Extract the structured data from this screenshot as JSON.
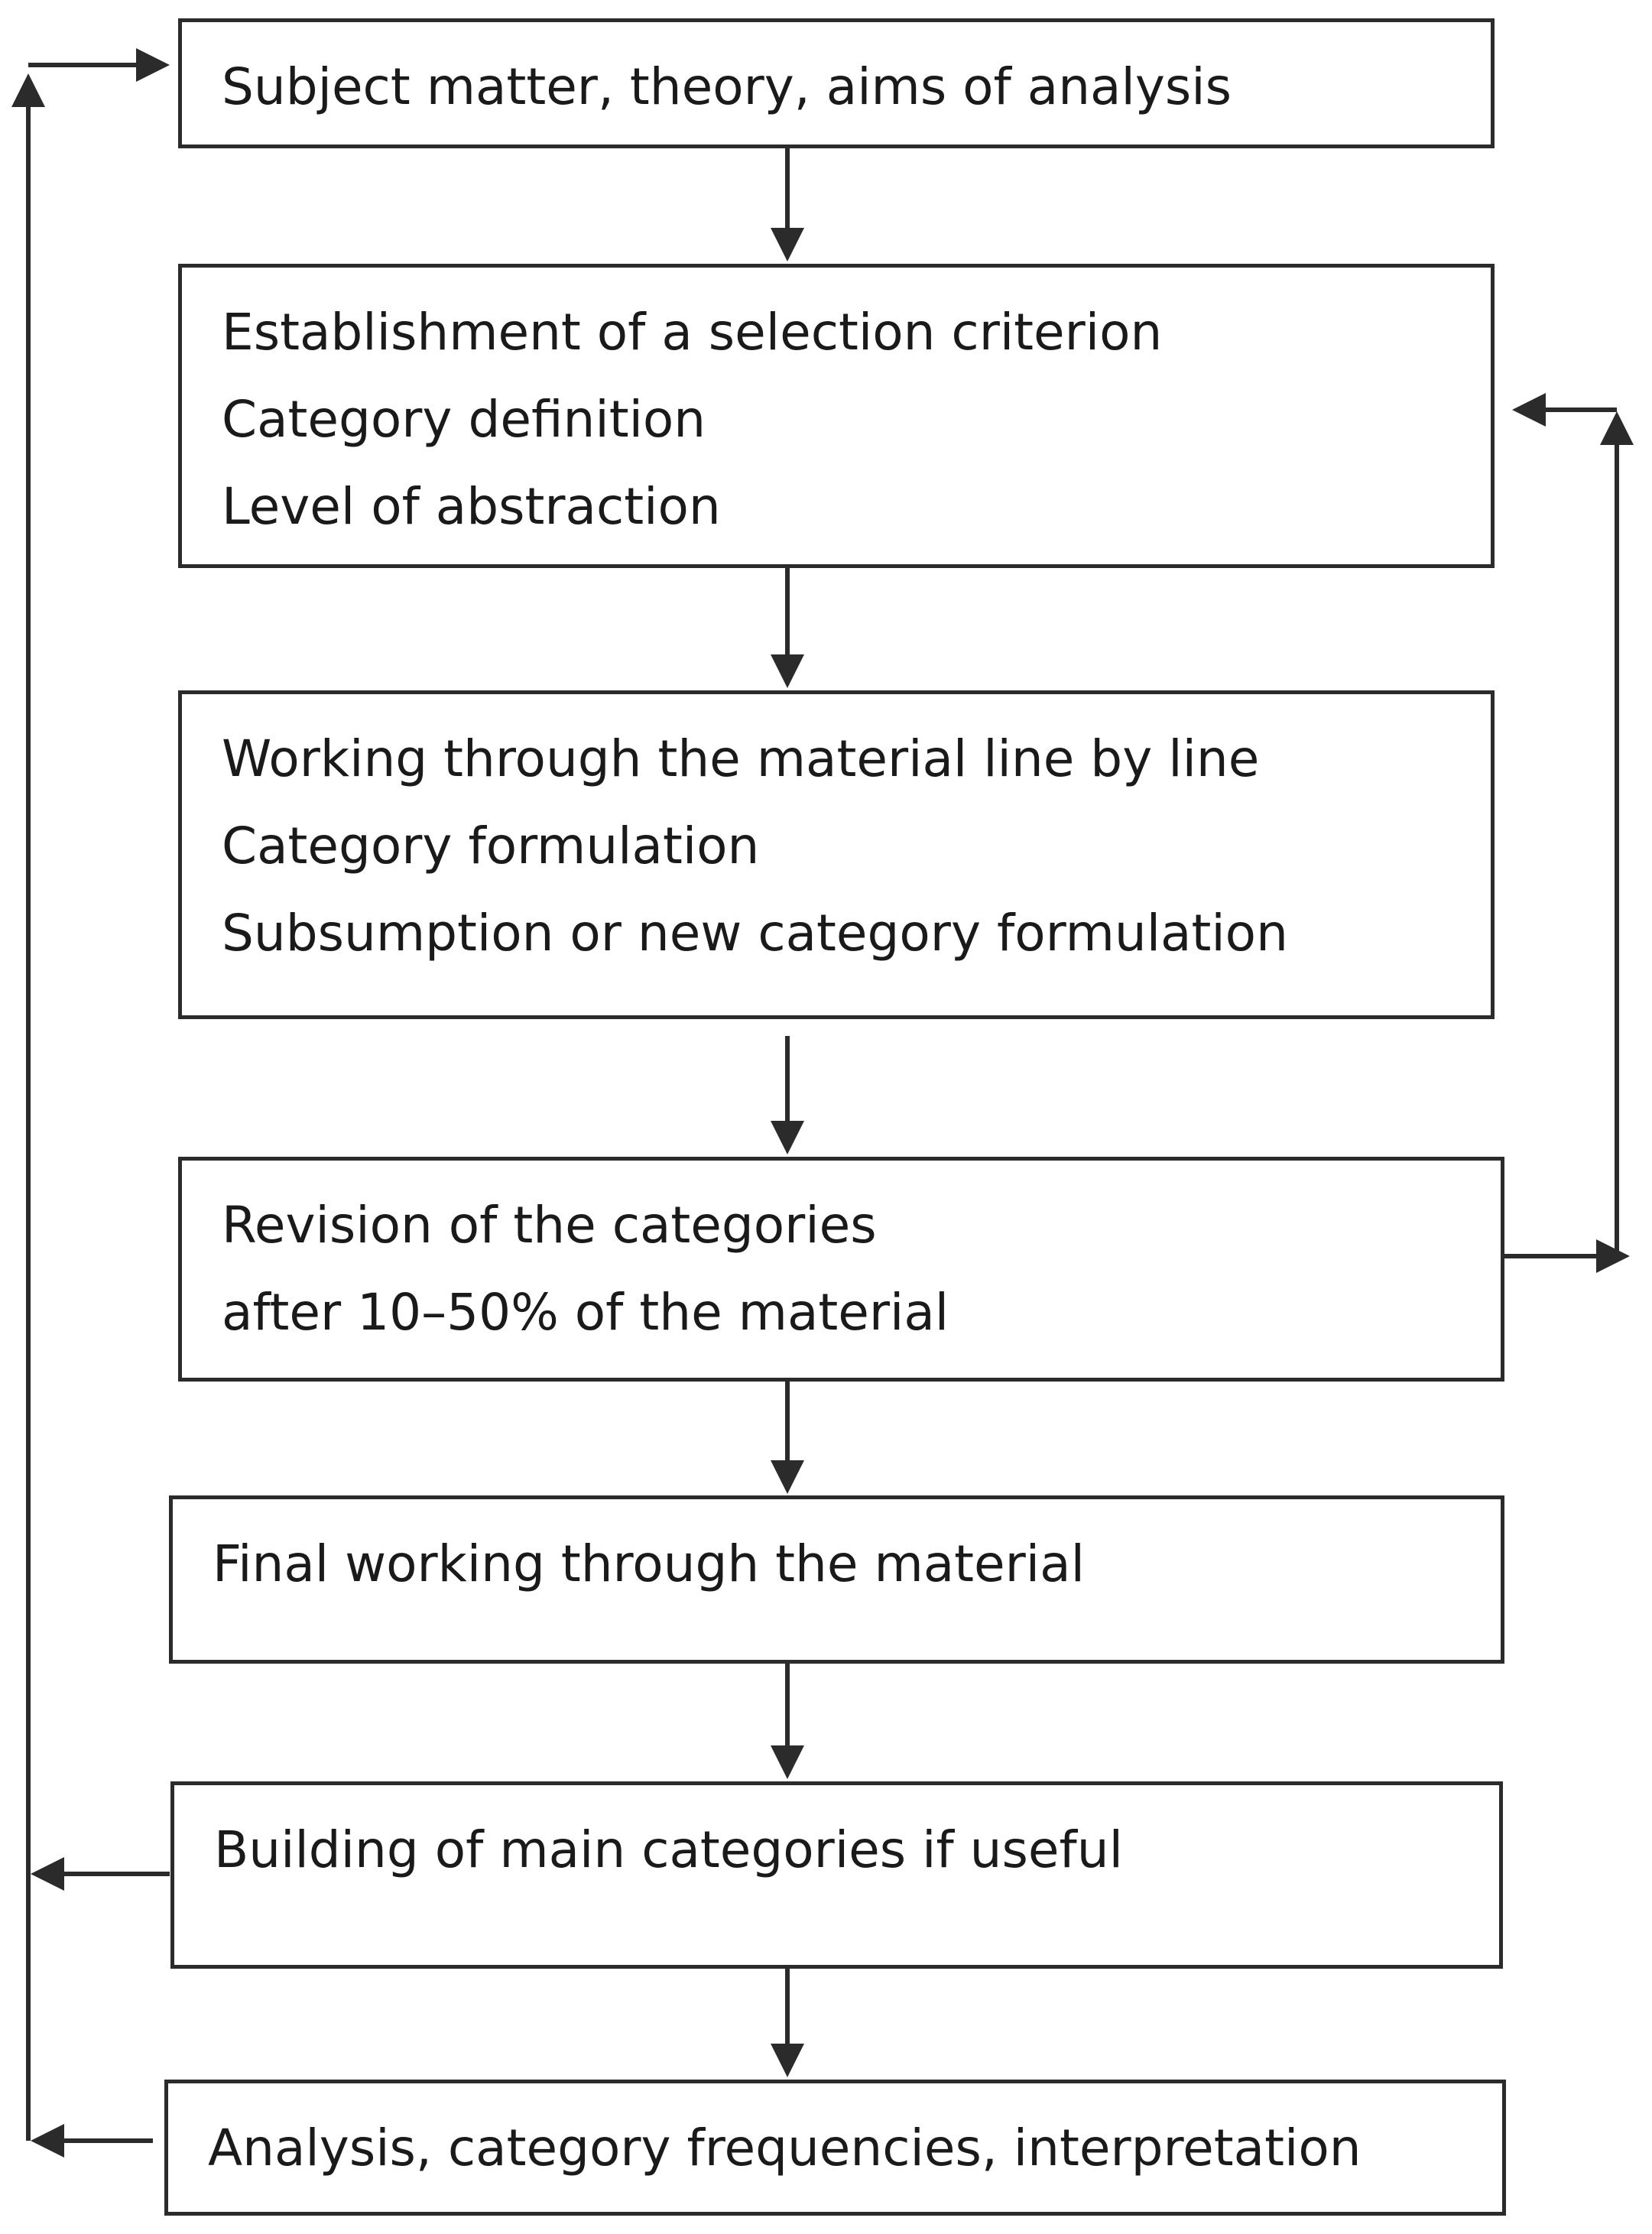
{
  "steps": [
    {
      "lines": [
        "Subject matter, theory, aims of analysis"
      ]
    },
    {
      "lines": [
        "Establishment of a selection criterion",
        "Category definition",
        "Level of abstraction"
      ]
    },
    {
      "lines": [
        "Working through the material line by line",
        "Category formulation",
        "Subsumption or new category formulation"
      ]
    },
    {
      "lines": [
        "Revision of the categories",
        "after 10–50% of the material"
      ]
    },
    {
      "lines": [
        "Final working through the material"
      ]
    },
    {
      "lines": [
        "Building of main categories if useful"
      ]
    },
    {
      "lines": [
        "Analysis, category frequencies, interpretation"
      ]
    }
  ],
  "colors": {
    "line": "#2b2b2b",
    "text": "#1a1a1a"
  }
}
